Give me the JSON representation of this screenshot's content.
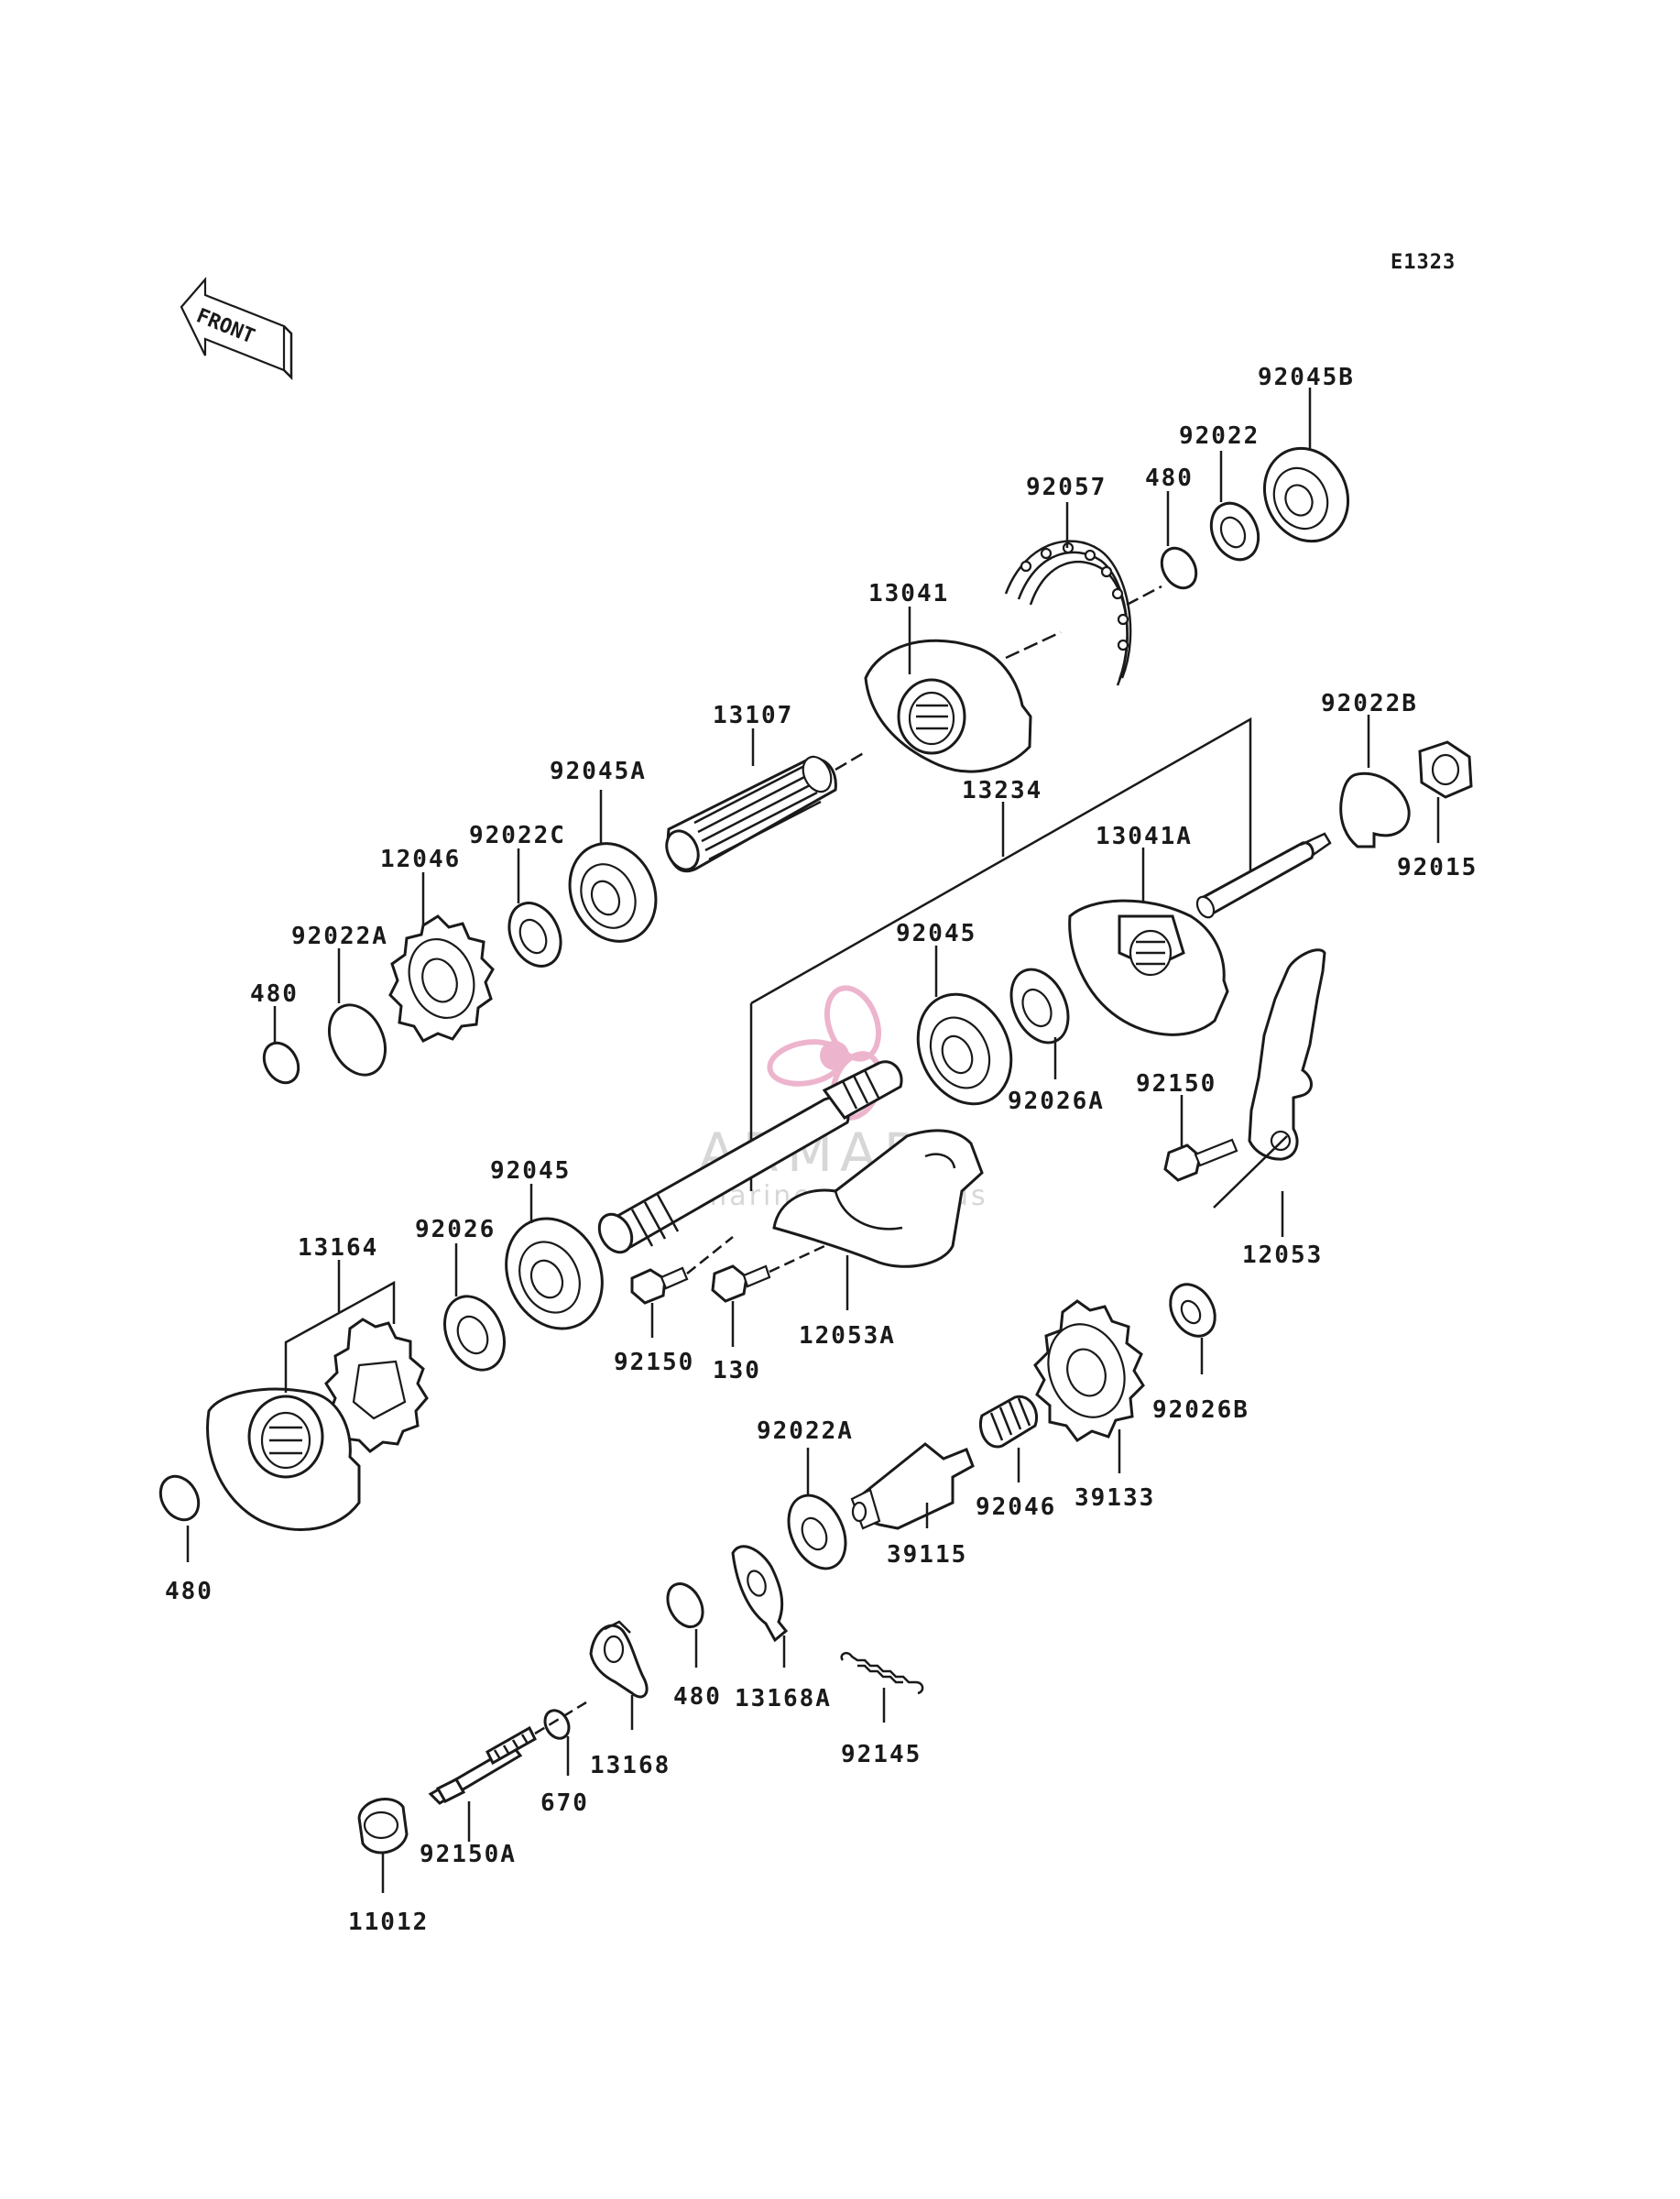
{
  "diagram": {
    "code": "E1323",
    "front_label": "FRONT",
    "watermark": {
      "brand": "ARMADA",
      "tagline": "marine outboards",
      "color": "#c8c8c8",
      "accent": "#e07aa6"
    },
    "callouts": {
      "p92045B": "92045B",
      "p92022": "92022",
      "p480a": "480",
      "p92057": "92057",
      "p13041": "13041",
      "p13107": "13107",
      "p92022B": "92022B",
      "p92015": "92015",
      "p92045A": "92045A",
      "p13234": "13234",
      "p92022C": "92022C",
      "p13041A": "13041A",
      "p12046": "12046",
      "p92022A": "92022A",
      "p480b": "480",
      "p92045a": "92045",
      "p92026A": "92026A",
      "p92150a": "92150",
      "p92045b": "92045",
      "p92026": "92026",
      "p13164": "13164",
      "p92150b": "92150",
      "p130": "130",
      "p12053A": "12053A",
      "p12053": "12053",
      "p92022A2": "92022A",
      "p92026B": "92026B",
      "p92046": "92046",
      "p39133": "39133",
      "p39115": "39115",
      "p480c": "480",
      "p480d": "480",
      "p13168A": "13168A",
      "p92145": "92145",
      "p13168": "13168",
      "p670": "670",
      "p92150A": "92150A",
      "p11012": "11012"
    }
  }
}
